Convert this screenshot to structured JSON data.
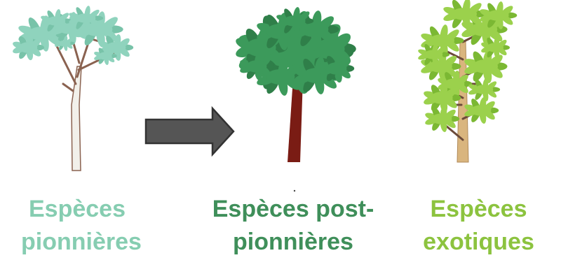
{
  "colors": {
    "background": "#ffffff",
    "pioneer_label": "#86cdb1",
    "pioneer_foliage": "#8fd3bd",
    "pioneer_foliage_dark": "#78c3a9",
    "pioneer_trunk": "#f2f0ea",
    "pioneer_branch": "#8a6250",
    "post_pioneer_label": "#3f8f5a",
    "post_pioneer_foliage": "#3c9a5b",
    "post_pioneer_foliage_dark": "#2f7f49",
    "post_pioneer_trunk": "#7a1c14",
    "exotic_label": "#8cc33f",
    "exotic_foliage": "#9bd14c",
    "exotic_foliage_dark": "#7bb833",
    "exotic_trunk": "#d9b57e",
    "exotic_branch": "#6b4a3a",
    "arrow_fill": "#555555",
    "arrow_stroke": "#333333"
  },
  "trees": {
    "pioneer": {
      "label_line1": "Espèces",
      "label_line2": "pionnières",
      "icon": "pioneer-tree-icon"
    },
    "post_pioneer": {
      "label_line1": "Espèces post-",
      "label_line2": "pionnières",
      "icon": "post-pioneer-tree-icon"
    },
    "exotic": {
      "label_line1": "Espèces",
      "label_line2": "exotiques",
      "icon": "exotic-tree-icon"
    }
  },
  "arrow": {
    "icon": "right-arrow-icon"
  }
}
